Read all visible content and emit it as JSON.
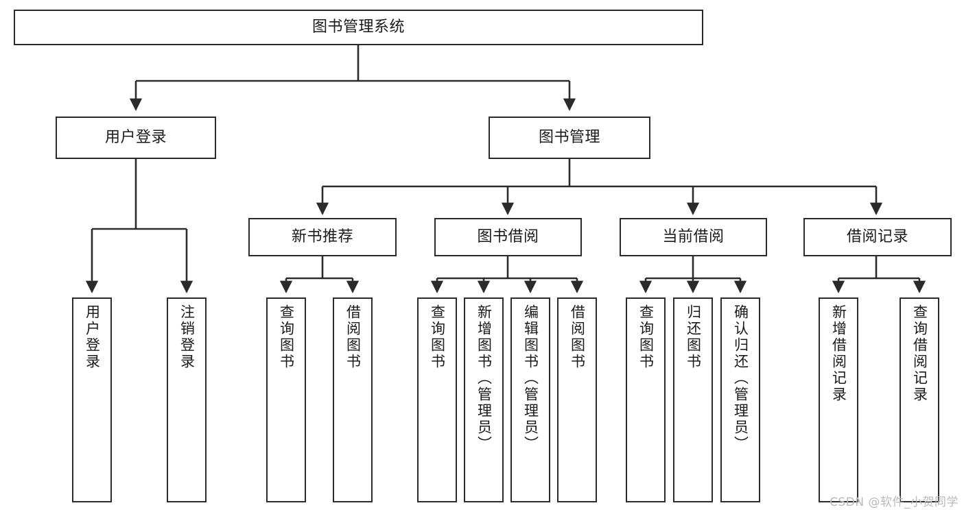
{
  "diagram": {
    "title": "图书管理系统",
    "type": "hierarchy-tree",
    "watermark": "CSDN @软件_小贺同学",
    "colors": {
      "stroke": "#2b2b2b",
      "fill": "#ffffff",
      "text": "#1a1a1a",
      "watermark": "#b9b9b9"
    },
    "levels": {
      "root": {
        "label": "图书管理系统"
      },
      "level1": [
        {
          "label": "用户登录"
        },
        {
          "label": "图书管理"
        }
      ],
      "level2": [
        {
          "label": "新书推荐"
        },
        {
          "label": "图书借阅"
        },
        {
          "label": "当前借阅"
        },
        {
          "label": "借阅记录"
        }
      ],
      "leaves": {
        "user_login": [
          {
            "label": "用户登录"
          },
          {
            "label": "注销登录"
          }
        ],
        "new_book_recommend": [
          {
            "label": "查询图书"
          },
          {
            "label": "借阅图书"
          }
        ],
        "book_borrow": [
          {
            "label": "查询图书"
          },
          {
            "label": "新增图书（管理员）"
          },
          {
            "label": "编辑图书（管理员）"
          },
          {
            "label": "借阅图书"
          }
        ],
        "current_borrow": [
          {
            "label": "查询图书"
          },
          {
            "label": "归还图书"
          },
          {
            "label": "确认归还（管理员）"
          }
        ],
        "borrow_record": [
          {
            "label": "新增借阅记录"
          },
          {
            "label": "查询借阅记录"
          }
        ]
      }
    }
  }
}
